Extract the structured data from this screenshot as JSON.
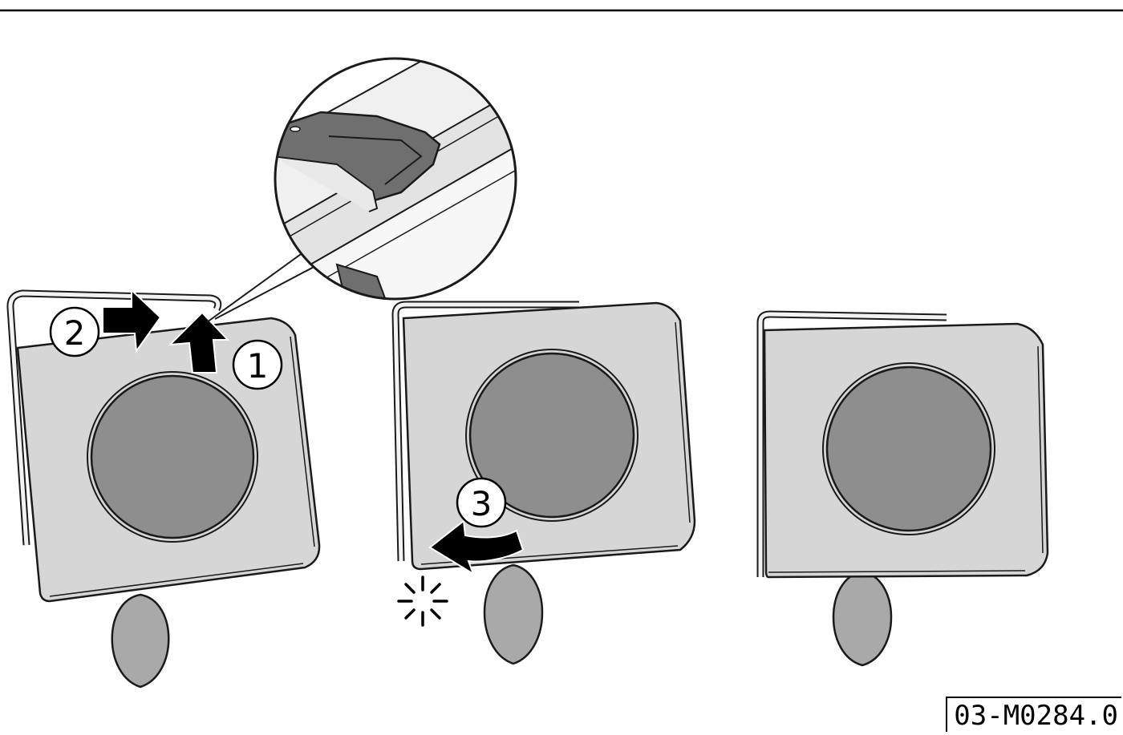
{
  "diagram": {
    "step_markers": [
      "1",
      "2",
      "3"
    ],
    "figure_id": "03-M0284.0"
  },
  "colors": {
    "plate": "#d6d6d6",
    "disc": "#8e8e8e",
    "knob": "#a9a9a9",
    "outline": "#1a1a1a",
    "frame": "#f2f2f2",
    "detail_dark": "#6f6f6f"
  }
}
